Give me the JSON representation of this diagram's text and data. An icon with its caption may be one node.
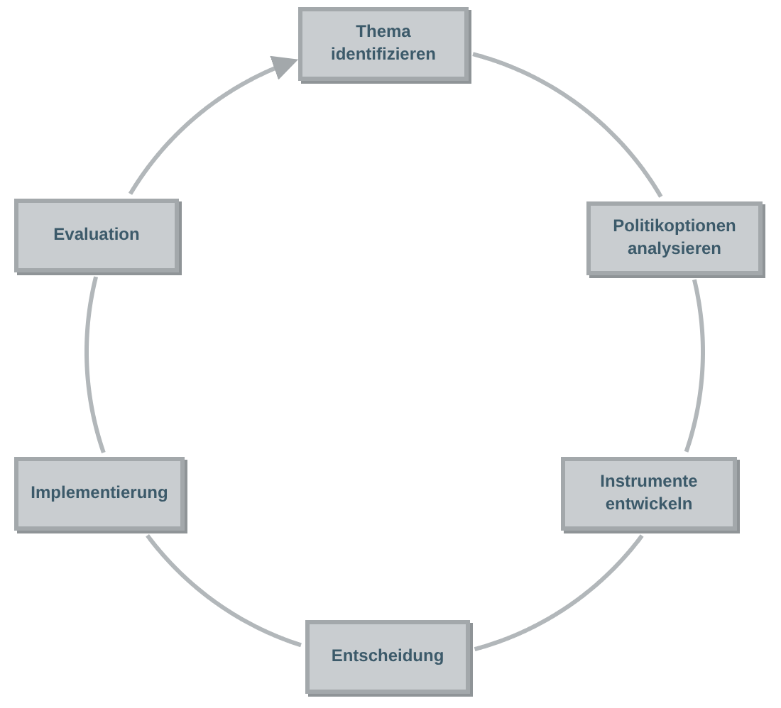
{
  "diagram": {
    "nodes": [
      {
        "text": [
          "Thema identifizieren"
        ]
      },
      {
        "text": [
          "Politikoptionen analysieren"
        ]
      },
      {
        "text": [
          "Instrumente entwickeln"
        ]
      },
      {
        "text": [
          "Entscheidung"
        ]
      },
      {
        "text": [
          "Implementierung"
        ]
      },
      {
        "text": [
          "Evaluation"
        ]
      }
    ],
    "edges": [
      {
        "from": 0,
        "to": 1,
        "arrow": "none"
      },
      {
        "from": 1,
        "to": 2,
        "arrow": "none"
      },
      {
        "from": 2,
        "to": 3,
        "arrow": "none"
      },
      {
        "from": 3,
        "to": 4,
        "arrow": "none"
      },
      {
        "from": 4,
        "to": 5,
        "arrow": "none"
      },
      {
        "from": 5,
        "to": 0,
        "arrow": "to"
      }
    ]
  }
}
